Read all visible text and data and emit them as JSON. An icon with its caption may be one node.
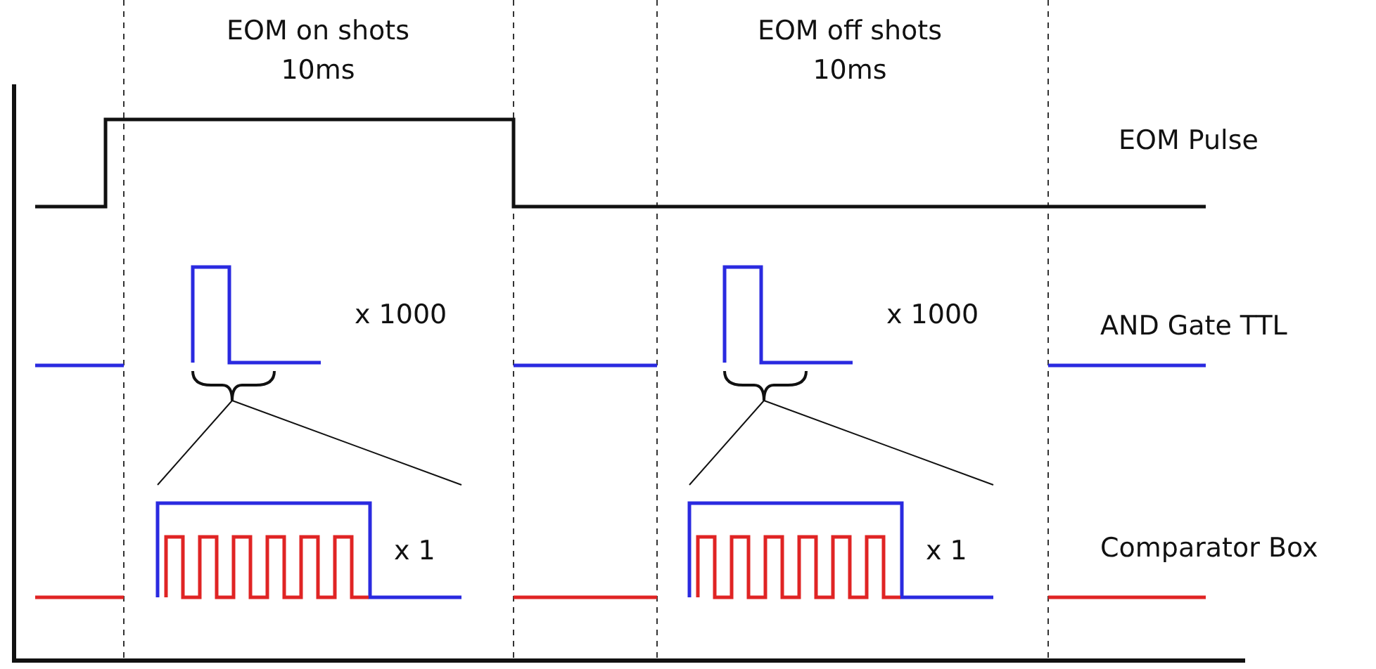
{
  "diagram": {
    "labels": [
      "EOM on shots 10ms",
      "EOM off shots 10ms",
      "EOM Pulse",
      "x 1000",
      "AND Gate TTL",
      "x 1000",
      "x 1",
      "Comparator Box",
      "x 1"
    ]
  }
}
